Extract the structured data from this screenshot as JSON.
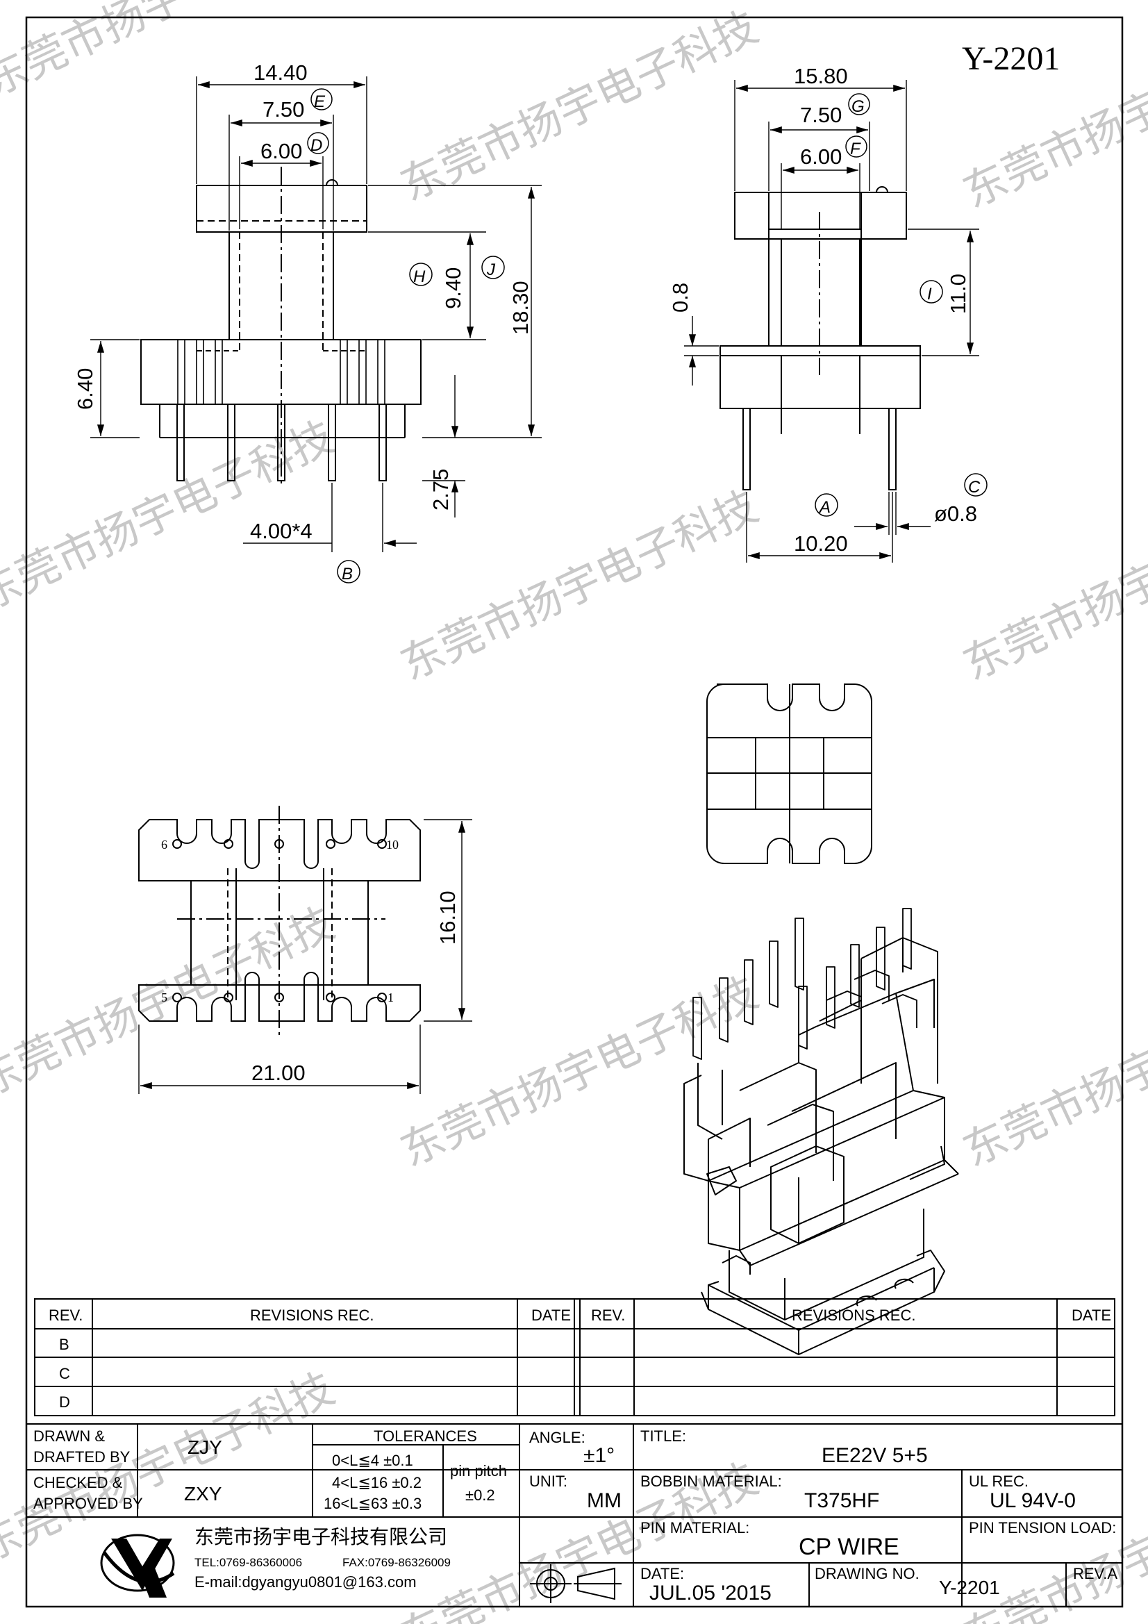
{
  "drawing_number_header": "Y-2201",
  "watermark_text": "东莞市扬宇电子科技",
  "front_view": {
    "dim_top_width": "14.40",
    "dim_mid_width": "7.50",
    "dim_inner_width": "6.00",
    "label_e": "E",
    "label_d": "D",
    "dim_h": "9.40",
    "label_h": "H",
    "dim_j": "18.30",
    "label_j": "J",
    "dim_base_height": "6.40",
    "dim_pin_length": "2.75",
    "dim_pin_pitch": "4.00*4",
    "label_b": "B"
  },
  "side_view": {
    "dim_top_width": "15.80",
    "label_g": "G",
    "dim_mid_width": "7.50",
    "label_f": "F",
    "dim_inner_width": "6.00",
    "dim_flange": "0.8",
    "dim_i": "11.0",
    "label_i": "I",
    "label_a": "A",
    "label_c": "C",
    "dim_pin_dia": "ø0.8",
    "dim_pin_span": "10.20"
  },
  "bottom_view": {
    "dim_height": "16.10",
    "dim_width": "21.00",
    "pin_labels": [
      "6",
      "10",
      "5",
      "1"
    ]
  },
  "revisions": {
    "headers": {
      "rev": "REV.",
      "rec": "REVISIONS    REC.",
      "date": "DATE"
    },
    "rows": [
      "B",
      "C",
      "D"
    ]
  },
  "title_block": {
    "drawn_label": "DRAWN  &\nDRAFTED  BY",
    "drawn_by": "ZJY",
    "checked_label": "CHECKED  &\nAPPROVED  BY",
    "checked_by": "ZXY",
    "tolerances_label": "TOLERANCES",
    "tol_1": "0<L≦4     ±0.1",
    "tol_2": "4<L≦16   ±0.2",
    "tol_3": "16<L≦63  ±0.3",
    "pin_pitch_label": "pin  pitch",
    "pin_pitch_value": "±0.2",
    "angle_label": "ANGLE:",
    "angle_value": "±1°",
    "unit_label": "UNIT:",
    "unit_value": "MM",
    "title_label": "TITLE:",
    "title_value": "EE22V  5+5",
    "bobbin_label": "BOBBIN  MATERIAL:",
    "bobbin_value": "T375HF",
    "ul_label": "UL  REC.",
    "ul_value": "UL  94V-0",
    "pin_material_label": "PIN  MATERIAL:",
    "pin_material_value": "CP  WIRE",
    "pin_tension_label": "PIN  TENSION  LOAD:",
    "date_label": "DATE:",
    "date_value": "JUL.05  '2015",
    "drawing_no_label": "DRAWING  NO.",
    "drawing_no_value": "Y-2201",
    "rev_label": "REV.A",
    "company_name": "东莞市扬宇电子科技有限公司",
    "tel": "TEL:0769-86360006",
    "fax": "FAX:0769-86326009",
    "email": "E-mail:dgyangyu0801@163.com"
  },
  "colors": {
    "ink": "#000000",
    "watermark": "#c8c8c8"
  }
}
